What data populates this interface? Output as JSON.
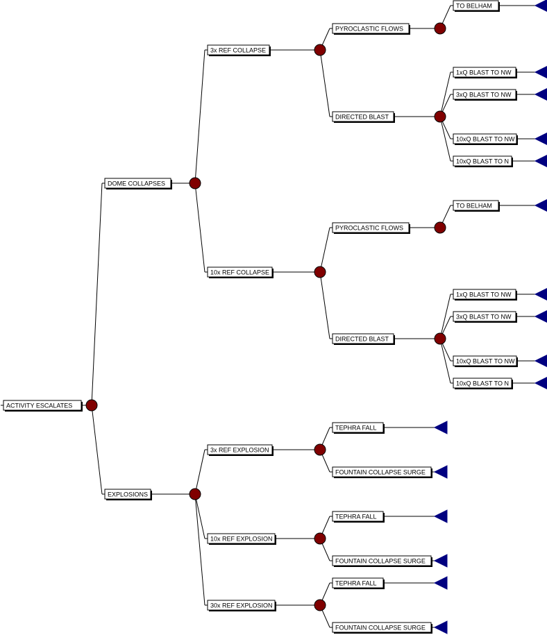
{
  "colors": {
    "chance_node": "#800000",
    "terminal_node": "#000080",
    "line": "#000000",
    "box_fill": "#ffffff",
    "box_shadow": "#000000"
  },
  "labels": {
    "root": "ACTIVITY ESCALATES",
    "dome": "DOME COLLAPSES",
    "dome_3x": "3x REF COLLAPSE",
    "dome_3x_pf": "PYROCLASTIC FLOWS",
    "dome_3x_pf_belham": "TO BELHAM",
    "dome_3x_db": "DIRECTED BLAST",
    "dome_3x_db_1xq": "1xQ BLAST TO NW",
    "dome_3x_db_3xq": "3xQ BLAST TO NW",
    "dome_3x_db_10xq_nw": "10xQ BLAST TO NW",
    "dome_3x_db_10xq_n": "10xQ BLAST TO N",
    "dome_10x": "10x REF COLLAPSE",
    "dome_10x_pf": "PYROCLASTIC FLOWS",
    "dome_10x_pf_belham": "TO BELHAM",
    "dome_10x_db": "DIRECTED BLAST",
    "dome_10x_db_1xq": "1xQ BLAST TO NW",
    "dome_10x_db_3xq": "3xQ BLAST TO NW",
    "dome_10x_db_10xq_nw": "10xQ BLAST TO NW",
    "dome_10x_db_10xq_n": "10xQ BLAST TO N",
    "expl": "EXPLOSIONS",
    "expl_3x": "3x REF EXPLOSION",
    "expl_3x_tephra": "TEPHRA FALL",
    "expl_3x_fountain": "FOUNTAIN COLLAPSE SURGE",
    "expl_10x": "10x REF EXPLOSION",
    "expl_10x_tephra": "TEPHRA FALL",
    "expl_10x_fountain": "FOUNTAIN COLLAPSE SURGE",
    "expl_30x": "30x REF EXPLOSION",
    "expl_30x_tephra": "TEPHRA FALL",
    "expl_30x_fountain": "FOUNTAIN COLLAPSE SURGE"
  }
}
